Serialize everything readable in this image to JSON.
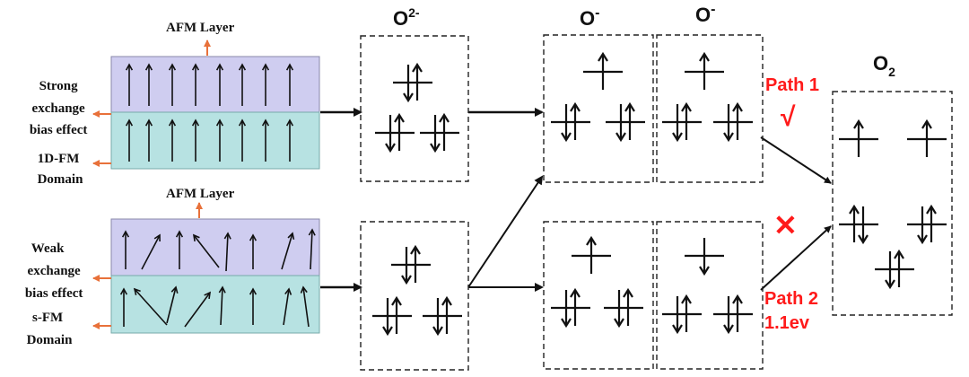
{
  "colors": {
    "afm_layer": "#cfcdf0",
    "fm_layer": "#b7e2e2",
    "label_arrow": "#e8713a",
    "annotation": "#ff1a1a",
    "ink": "#111111"
  },
  "top_structure": {
    "afm_label": "AFM Layer",
    "left_labels": [
      "Strong",
      "exchange",
      "bias effect",
      "1D-FM",
      "Domain"
    ]
  },
  "bottom_structure": {
    "afm_label": "AFM Layer",
    "left_labels": [
      "Weak",
      "exchange",
      "bias effect",
      "s-FM",
      "Domain"
    ]
  },
  "ions": {
    "o2_minus": {
      "base": "O",
      "sup": "2-"
    },
    "o_minus_a": {
      "base": "O",
      "sup": "-"
    },
    "o_minus_b": {
      "base": "O",
      "sup": "-"
    },
    "o2": {
      "base": "O",
      "sub": "2"
    }
  },
  "paths": {
    "path1": "Path 1",
    "path1_mark": "√",
    "path2": "Path 2",
    "path2_energy": "1.1ev",
    "path2_mark": "✕"
  }
}
